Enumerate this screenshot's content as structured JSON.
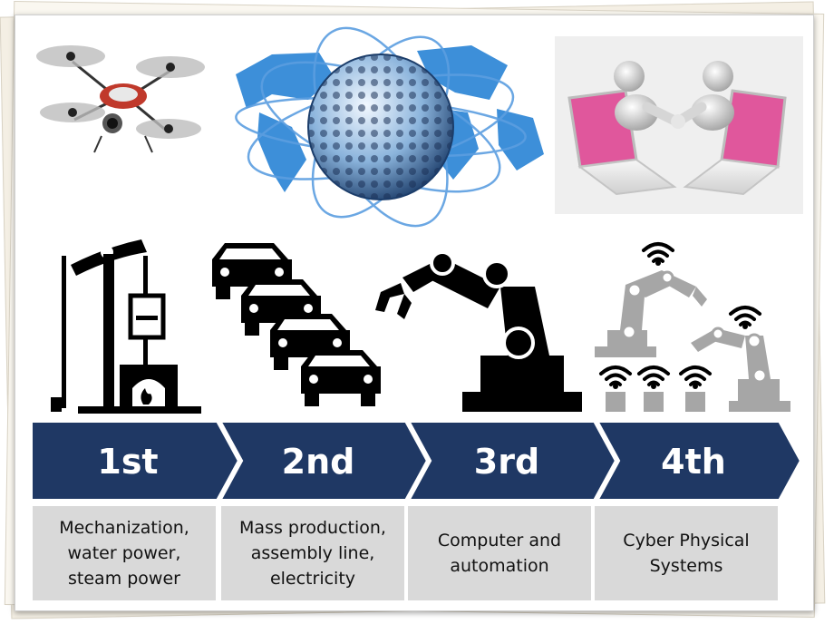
{
  "colors": {
    "chevron": "#1f3864",
    "description_bg": "#d9d9d9",
    "icon_dark": "#000000",
    "icon_gray": "#a6a6a6",
    "globe_blue": "#3d8fd9",
    "laptop_pink": "#e0579c"
  },
  "stages": [
    {
      "label": "1st",
      "description": "Mechanization, water power, steam power",
      "icon": "steam-pump-icon"
    },
    {
      "label": "2nd",
      "description": "Mass production, assembly line, electricity",
      "icon": "car-assembly-line-icon"
    },
    {
      "label": "3rd",
      "description": "Computer and automation",
      "icon": "robotic-arm-icon"
    },
    {
      "label": "4th",
      "description": "Cyber Physical Systems",
      "icon": "connected-robots-wifi-icon"
    }
  ],
  "photos": [
    "quadcopter-drone-icon",
    "network-globe-icon",
    "handshake-through-laptops-icon"
  ]
}
